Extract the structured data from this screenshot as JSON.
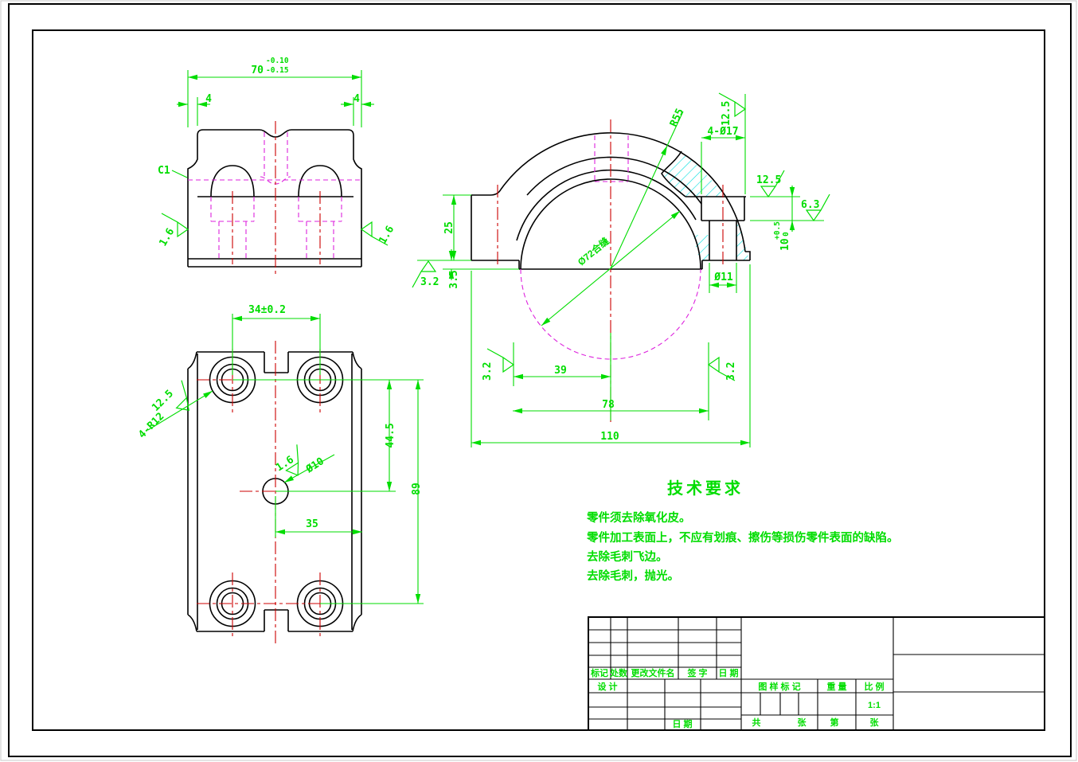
{
  "colors": {
    "line": "#000000",
    "dimension": "#00dd00",
    "centerline": "#cc0000",
    "hidden": "#dd22dd",
    "hatch": "#00dddd",
    "background": "#ffffff"
  },
  "front": {
    "width": "70",
    "width_tol_up": "-0.10",
    "width_tol_dn": "-0.15",
    "off_l": "4",
    "off_r": "4",
    "chamfer": "C1",
    "fin_l": "1.6",
    "fin_r": "1.6"
  },
  "plan": {
    "pitch": "34±0.2",
    "corner": "4-R12",
    "corner_fin": "12.5",
    "hole": "Ø10",
    "hole_fin": "1.6",
    "d35": "35",
    "d445": "44.5",
    "d89": "89"
  },
  "side": {
    "r55": "R55",
    "cbore": "4-Ø17",
    "fin_top": "12.5",
    "fin_right": "12.5",
    "fin_floor": "6.3",
    "depth": "10",
    "depth_tol_up": "+0.5",
    "depth_tol_dn": "0",
    "d25": "25",
    "d35": "3.5",
    "fin_l": "3.2",
    "fin_bl": "3.2",
    "fin_br": "3.2",
    "d39": "39",
    "d78": "78",
    "d110": "110",
    "hole": "Ø11",
    "bore": "Ø72合缝"
  },
  "tech": {
    "title": "技术要求",
    "items": [
      "零件须去除氧化皮。",
      "零件加工表面上，不应有划痕、擦伤等损伤零件表面的缺陷。",
      "去除毛刺飞边。",
      "去除毛刺，抛光。"
    ]
  },
  "title_block": {
    "mark": "标记",
    "qty": "处数",
    "file": "更改文件名",
    "sign": "签 字",
    "date": "日 期",
    "design": "设 计",
    "date2": "日 期",
    "stamp": "图 样 标 记",
    "weight": "重 量",
    "scale": "比 例",
    "scale_v": "1:1",
    "total_l": "共",
    "total_r": "张",
    "page_l": "第",
    "page_r": "张"
  }
}
